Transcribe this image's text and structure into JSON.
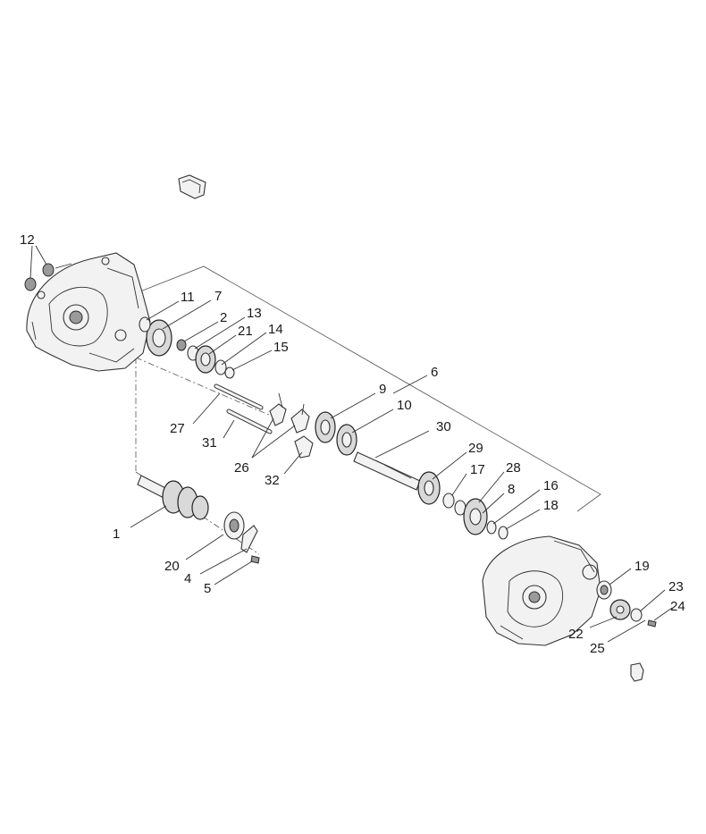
{
  "labels": {
    "p1": "1",
    "p2": "2",
    "p4": "4",
    "p5": "5",
    "p6": "6",
    "p7": "7",
    "p8": "8",
    "p9": "9",
    "p10": "10",
    "p11": "11",
    "p12": "12",
    "p13": "13",
    "p14": "14",
    "p15": "15",
    "p16": "16",
    "p17": "17",
    "p18": "18",
    "p19": "19",
    "p20": "20",
    "p21": "21",
    "p22": "22",
    "p23": "23",
    "p24": "24",
    "p25": "25",
    "p26": "26",
    "p27": "27",
    "p28": "28",
    "p29": "29",
    "p30": "30",
    "p31": "31",
    "p32": "32"
  }
}
